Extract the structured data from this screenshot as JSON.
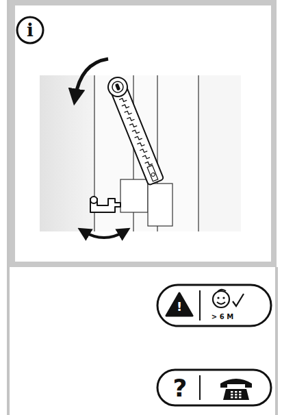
{
  "diagram": {
    "nodes": [
      {
        "text": [
          "i"
        ]
      },
      {
        "text": [
          "!",
          "> 6 M"
        ]
      },
      {
        "text": [
          "?"
        ]
      }
    ]
  }
}
